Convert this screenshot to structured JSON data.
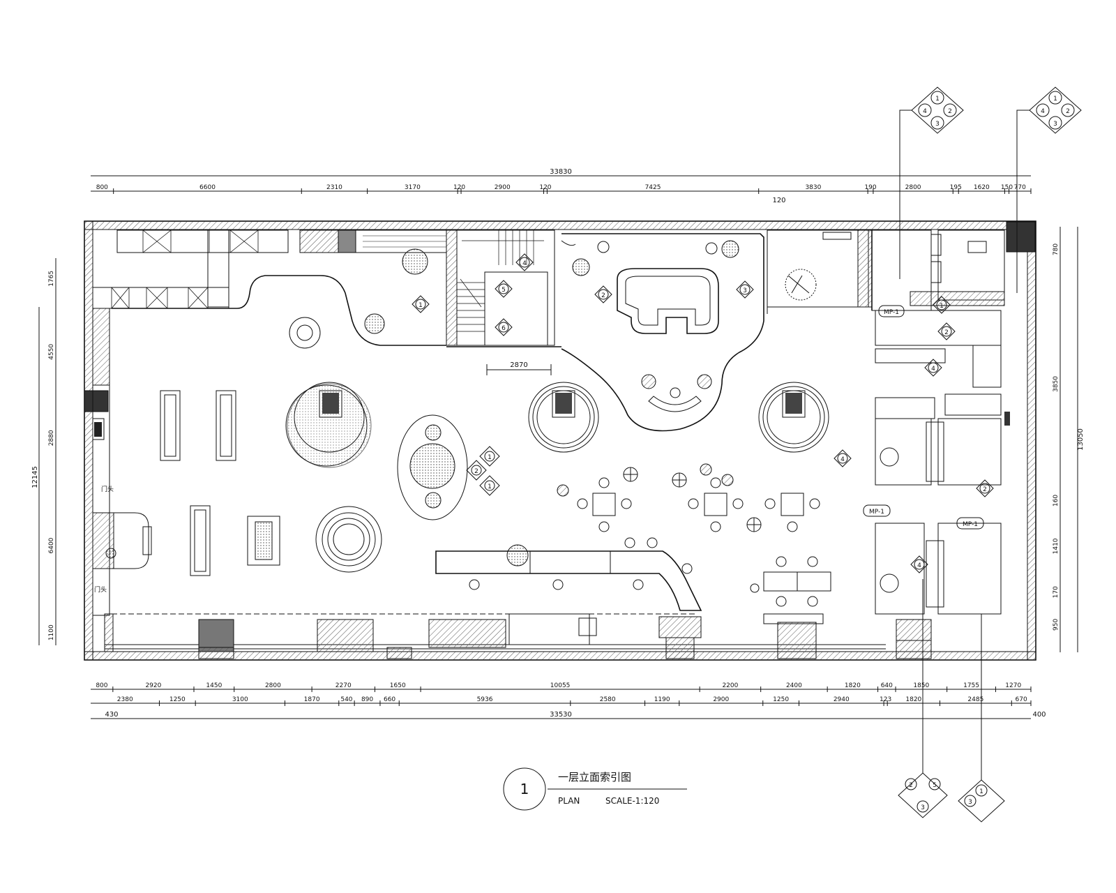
{
  "drawing": {
    "title_number": "1",
    "title_cn": "一层立面索引图",
    "subtitle": "PLAN",
    "scale": "SCALE-1:120"
  },
  "dims_top_overall": "33830",
  "dims_top": [
    "800",
    "6600",
    "2310",
    "3170",
    "120",
    "2900",
    "120",
    "7425",
    "3830",
    "190",
    "2800",
    "195",
    "1620",
    "150",
    "770"
  ],
  "dims_top_extra": [
    "120"
  ],
  "dims_bottom_1": [
    "800",
    "2920",
    "1450",
    "2800",
    "2270",
    "1650",
    "10055",
    "2200",
    "2400",
    "1820",
    "640",
    "1850",
    "1755",
    "1270"
  ],
  "dims_bottom_2": [
    "2380",
    "1250",
    "3100",
    "1870",
    "540",
    "890",
    "660",
    "5936",
    "2580",
    "1190",
    "2900",
    "1250",
    "2940",
    "123",
    "1820",
    "2485",
    "670"
  ],
  "dims_bottom_overall": "33530",
  "dims_bottom_ends": [
    "430",
    "400"
  ],
  "dims_left_inner": [
    "1765",
    "4550",
    "2880",
    "6400",
    "1100"
  ],
  "dims_left_overall": "12145",
  "dims_right": [
    "780",
    "3850",
    "160",
    "1410",
    "170",
    "950"
  ],
  "dims_right_overall": "13050",
  "stair_dim": "2870",
  "tags": [
    "MP-1",
    "MP-1",
    "MP-1"
  ],
  "room_labels": [
    "门头",
    "门头"
  ],
  "index_symbols": [
    "1",
    "2",
    "3",
    "4",
    "5",
    "6"
  ]
}
